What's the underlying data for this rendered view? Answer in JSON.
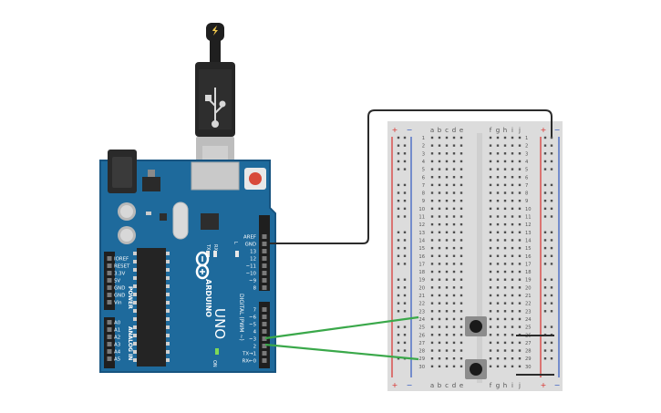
{
  "arduino": {
    "logo": "ARDUINO",
    "model": "UNO",
    "on_label": "ON",
    "tx_led": "TX",
    "rx_led": "RX",
    "l_led": "L",
    "power_title": "POWER",
    "analog_title": "ANALOG IN",
    "digital_title": "DIGITAL (PWM ~)",
    "digital_top_pins": [
      "AREF",
      "GND",
      "13",
      "12",
      "~11",
      "~10",
      "~9",
      "8"
    ],
    "digital_bottom_pins": [
      "7",
      "~6",
      "~5",
      "4",
      "~3",
      "2",
      "TX→1",
      "RX←0"
    ],
    "power_pins": [
      "IOREF",
      "RESET",
      "3.3V",
      "5V",
      "GND",
      "GND",
      "Vin"
    ],
    "analog_pins": [
      "A0",
      "A1",
      "A2",
      "A3",
      "A4",
      "A5"
    ]
  },
  "breadboard": {
    "columns_left": [
      "a",
      "b",
      "c",
      "d",
      "e"
    ],
    "columns_right": [
      "f",
      "g",
      "h",
      "i",
      "j"
    ],
    "plus": "+",
    "minus": "−",
    "row_count": 30,
    "colors": {
      "body": "#dcdcdc",
      "red": "#d9302c",
      "blue": "#2f57c0"
    }
  },
  "components": [
    {
      "name": "pushbutton-1",
      "label": ""
    },
    {
      "name": "pushbutton-2",
      "label": ""
    }
  ],
  "wires": [
    {
      "name": "gnd-to-rail",
      "color": "#2b2b2b"
    },
    {
      "name": "pin3-wire",
      "color": "#3aa84a"
    },
    {
      "name": "pin2-wire",
      "color": "#3aa84a"
    }
  ]
}
